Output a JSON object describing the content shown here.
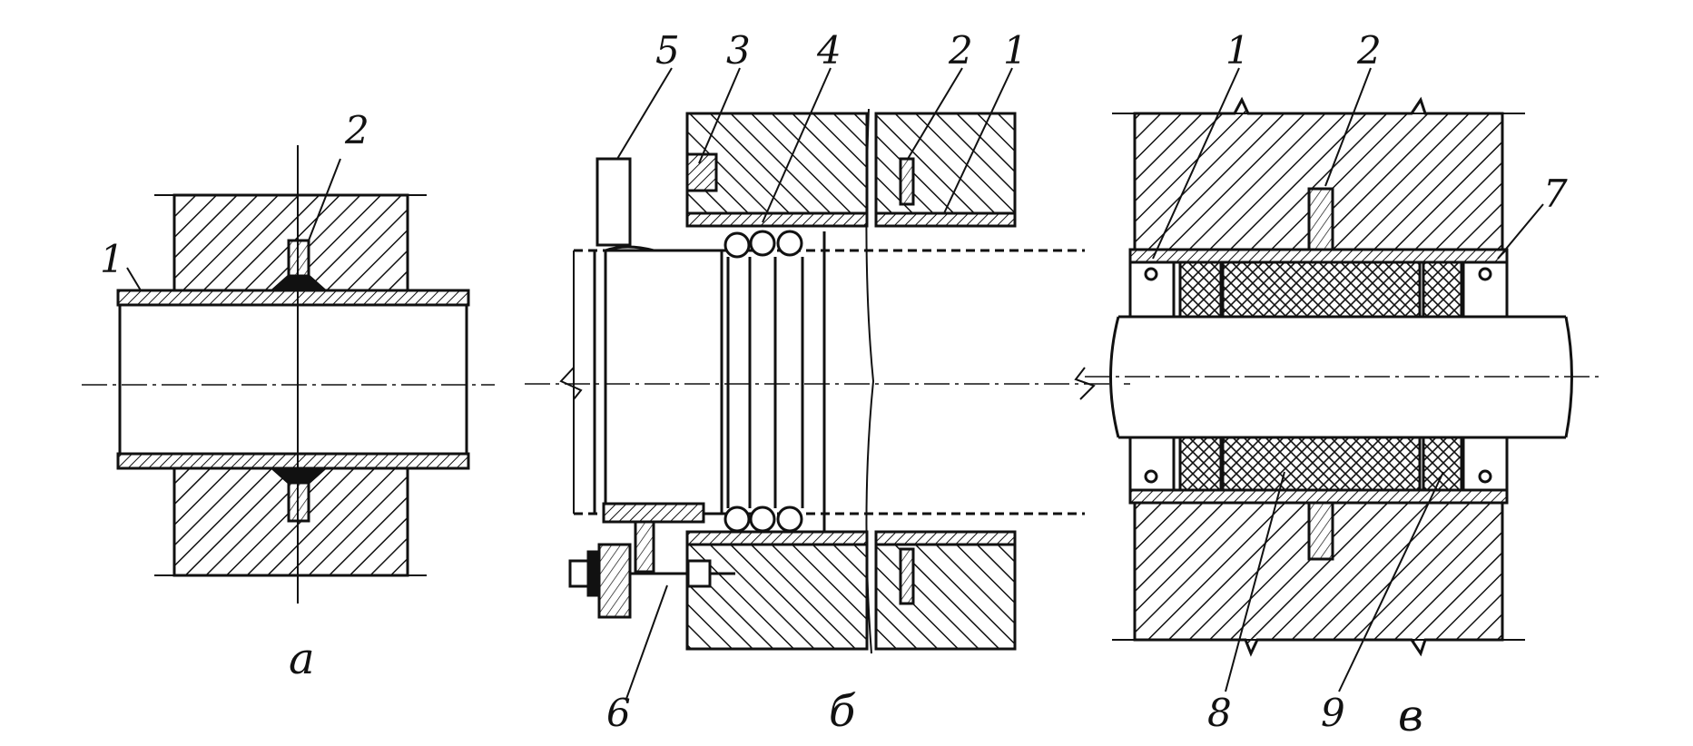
{
  "figure": {
    "captions": {
      "a": "а",
      "b": "б",
      "c": "в"
    },
    "callouts": {
      "a_1": "1",
      "a_2": "2",
      "b_5": "5",
      "b_3": "3",
      "b_4": "4",
      "b_2": "2",
      "b_1": "1",
      "b_6": "6",
      "c_1": "1",
      "c_2": "2",
      "c_7": "7",
      "c_8": "8",
      "c_9": "9"
    }
  },
  "colors": {
    "ink": "#111111",
    "background": "#ffffff"
  }
}
